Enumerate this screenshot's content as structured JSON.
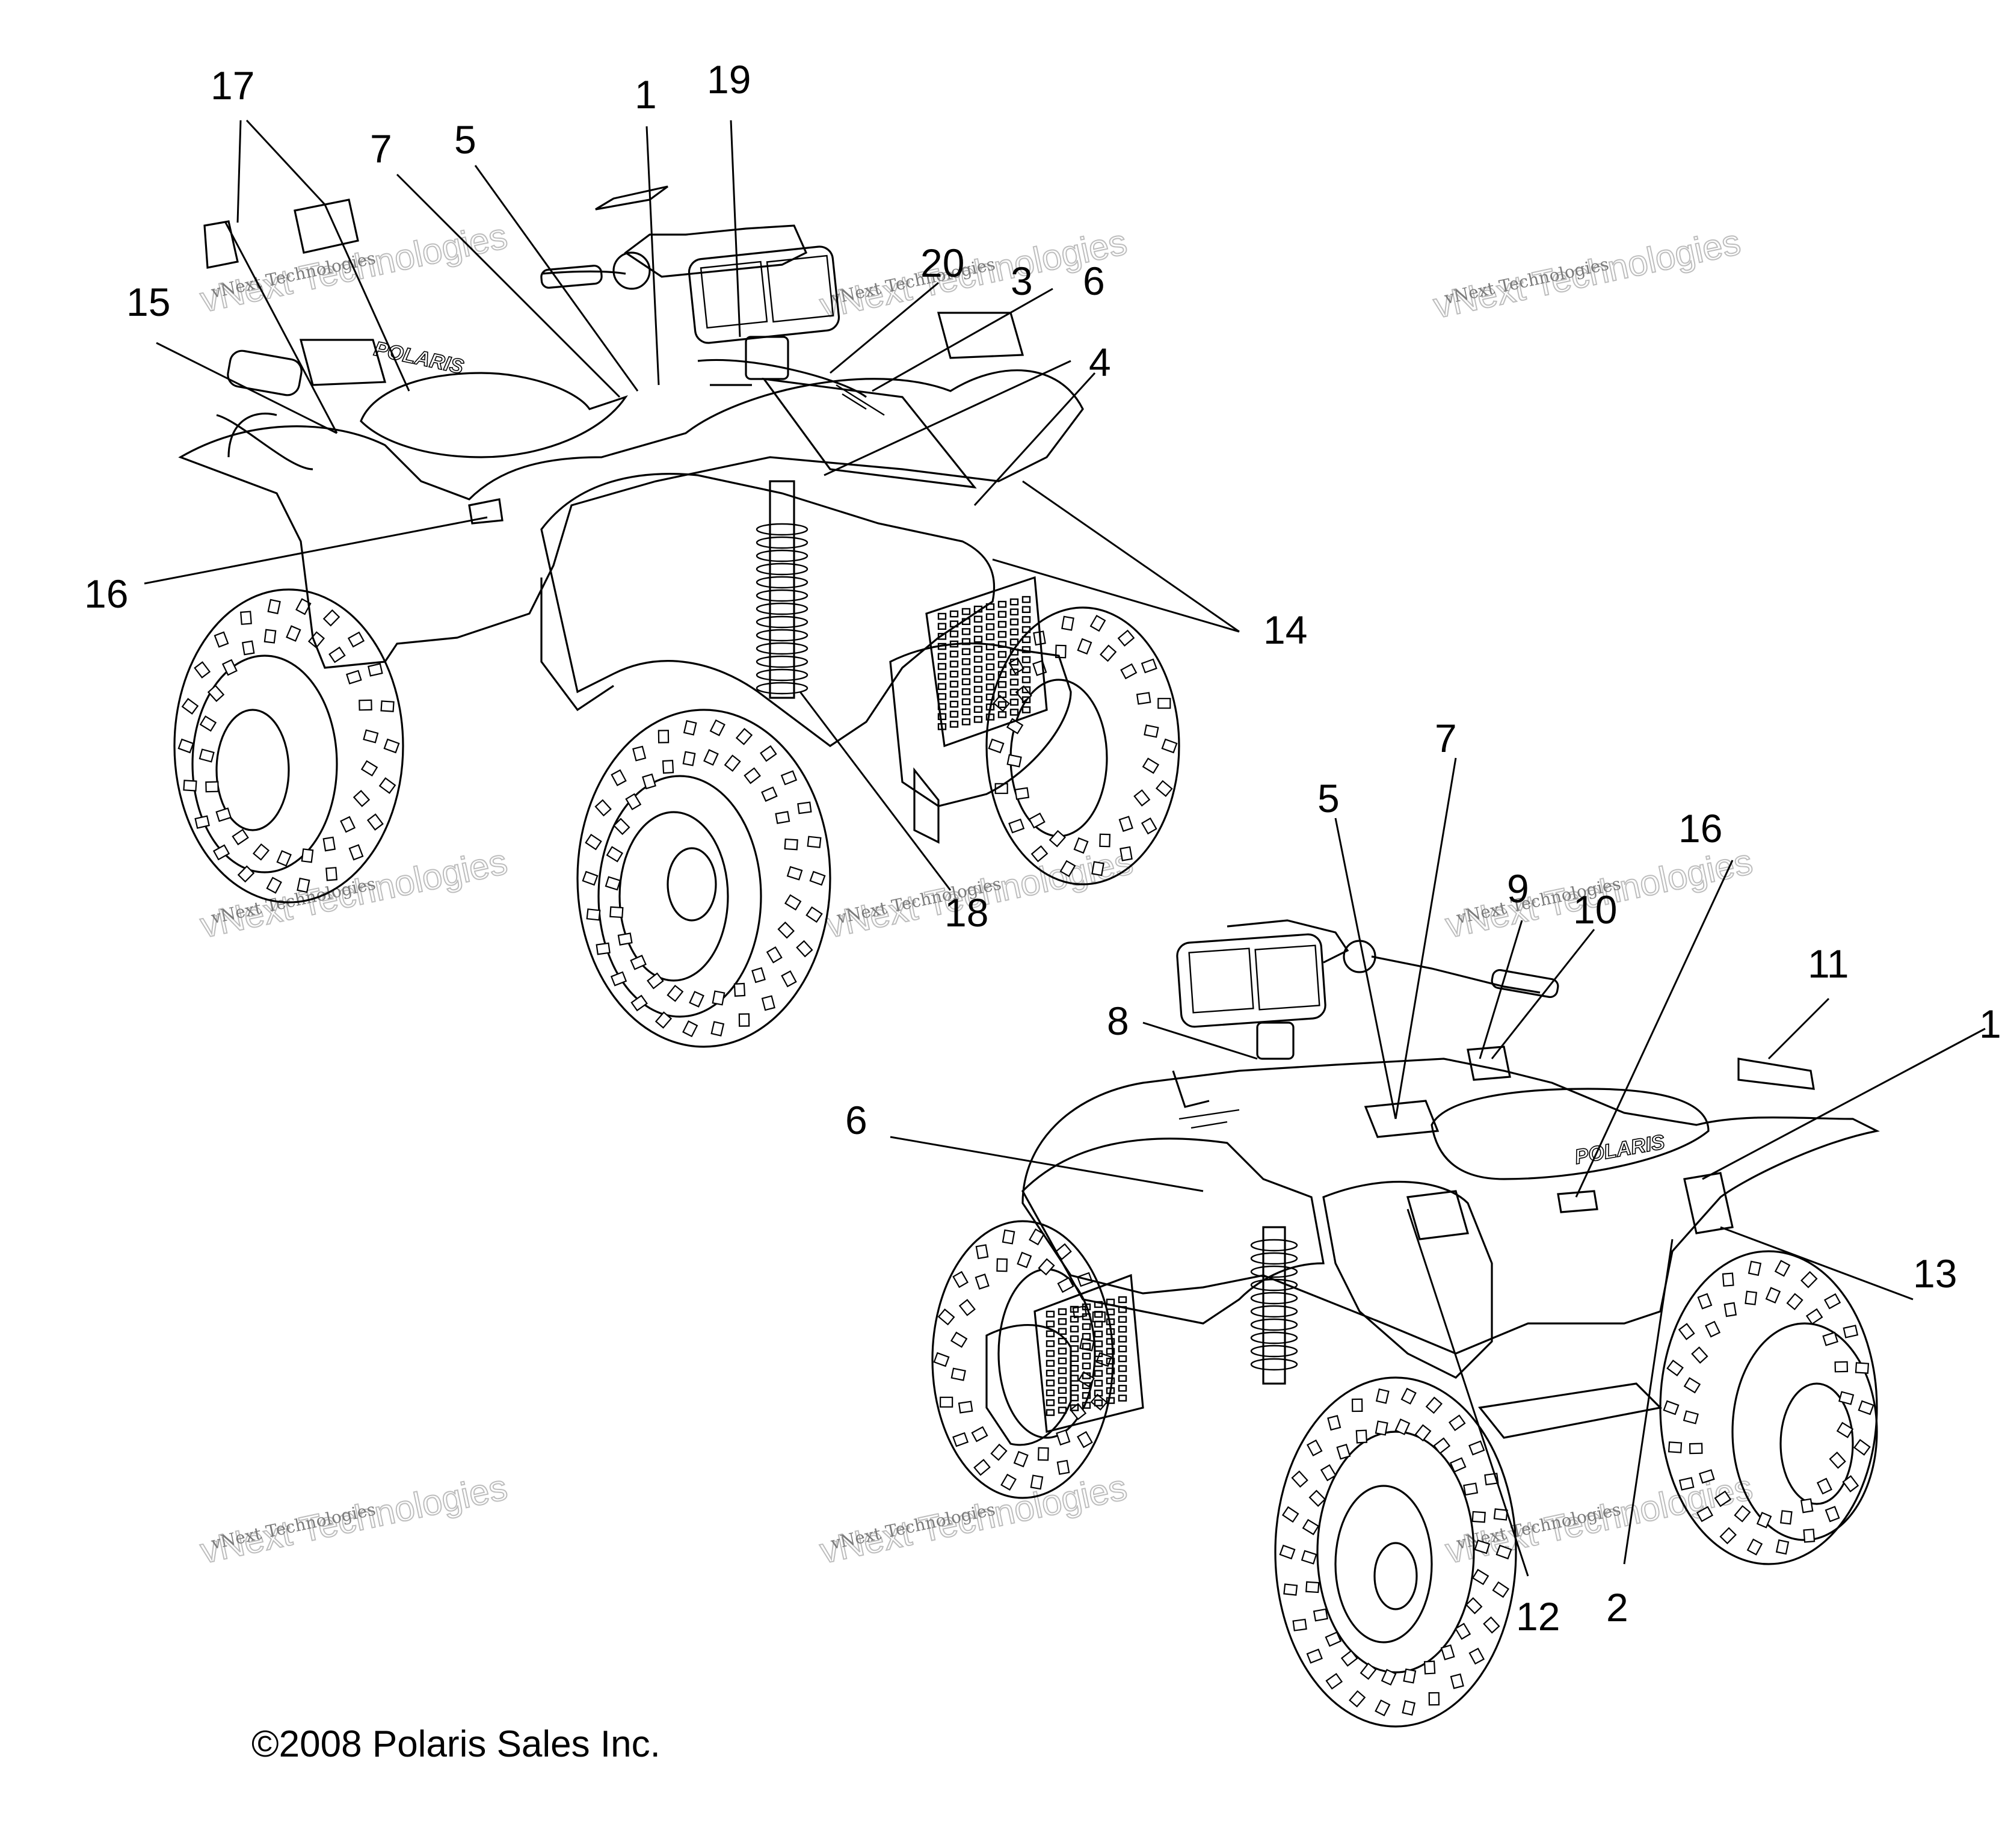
{
  "figure": {
    "copyright": "©2008 Polaris Sales Inc.",
    "brand_decal": "POLARIS",
    "watermark": "vNext Technologies"
  },
  "callouts_upper": [
    "17",
    "1",
    "19",
    "7",
    "5",
    "20",
    "3",
    "6",
    "15",
    "4",
    "16",
    "14",
    "18"
  ],
  "callouts_lower": [
    "7",
    "5",
    "16",
    "9",
    "10",
    "11",
    "1",
    "8",
    "6",
    "13",
    "12",
    "2"
  ]
}
